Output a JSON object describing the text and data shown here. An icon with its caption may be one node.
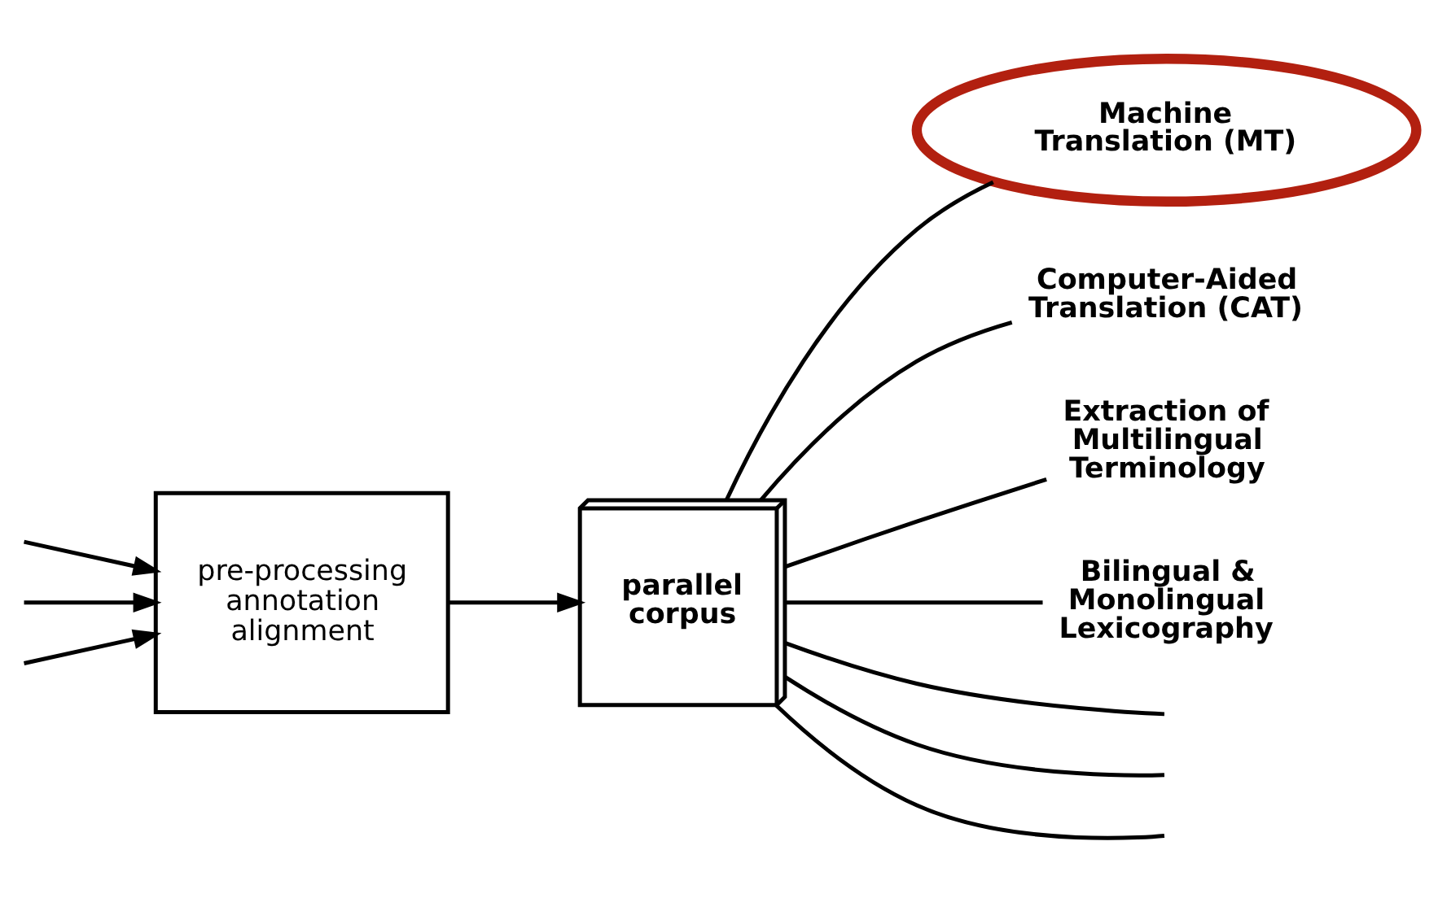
{
  "diagram": {
    "nodes": [
      {
        "text": [
          "pre-processing annotation alignment"
        ]
      },
      {
        "text": [
          "parallel corpus"
        ]
      },
      {
        "text": [
          "Machine Translation (MT)"
        ]
      },
      {
        "text": [
          "Computer-Aided Translation (CAT)"
        ]
      },
      {
        "text": [
          "Extraction of Multilingual Terminology"
        ]
      },
      {
        "text": [
          "Bilingual & Monolingual Lexicography"
        ]
      }
    ],
    "edges": [
      {
        "from": null,
        "to": 0,
        "arrow": "to"
      },
      {
        "from": null,
        "to": 0,
        "arrow": "to"
      },
      {
        "from": null,
        "to": 0,
        "arrow": "to"
      },
      {
        "from": 0,
        "to": 1,
        "arrow": "to"
      },
      {
        "from": 1,
        "to": 3,
        "arrow": "none"
      },
      {
        "from": 1,
        "to": 2,
        "arrow": "none"
      },
      {
        "from": 1,
        "to": 4,
        "arrow": "none"
      },
      {
        "from": 1,
        "to": 5,
        "arrow": "none"
      },
      {
        "from": 1,
        "to": null,
        "arrow": "none"
      },
      {
        "from": 1,
        "to": null,
        "arrow": "none"
      },
      {
        "from": 1,
        "to": null,
        "arrow": "none"
      }
    ]
  }
}
